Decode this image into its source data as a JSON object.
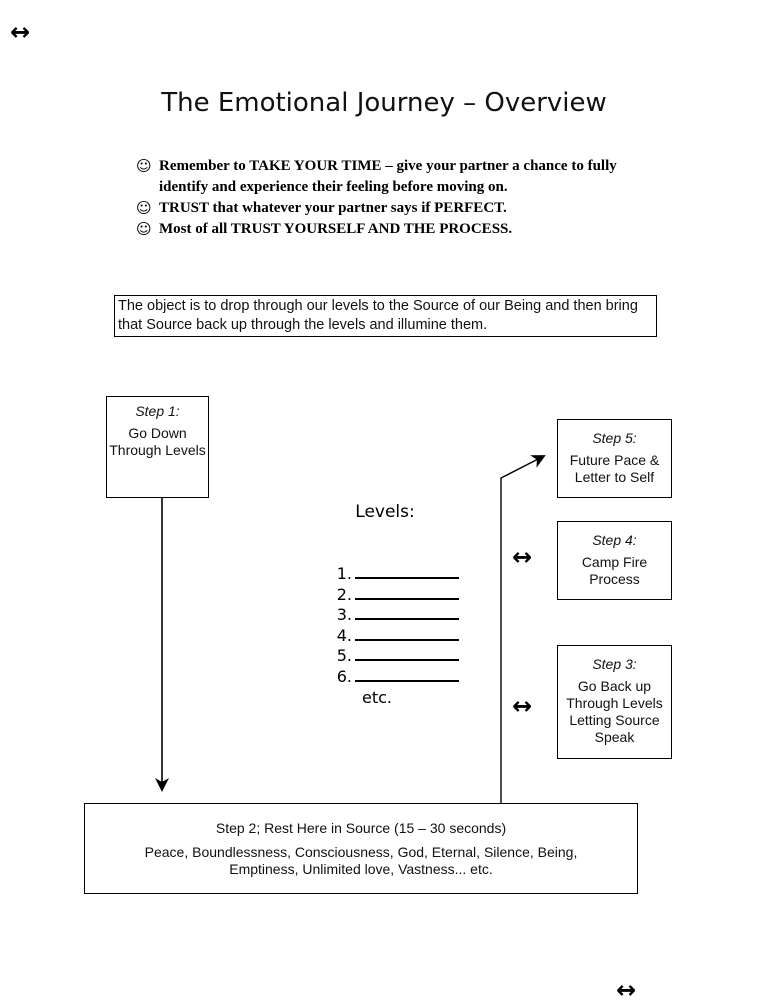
{
  "corner_glyph": "↔",
  "title": "The Emotional Journey – Overview",
  "bullet_symbol": "☺",
  "bullets": [
    "Remember to TAKE YOUR TIME – give your partner a chance to fully identify and experience their feeling before moving on.",
    "TRUST that whatever your partner says if PERFECT.",
    "Most of all TRUST YOURSELF AND THE PROCESS."
  ],
  "objective": "The object is to drop through our levels to the Source of our Being and then bring that Source back up through the levels and illumine them.",
  "steps": {
    "step1": {
      "label": "Step 1:",
      "text": "Go Down Through Levels"
    },
    "step2": {
      "title": "Step 2; Rest Here in Source (15 – 30 seconds)",
      "text": "Peace, Boundlessness, Consciousness, God, Eternal, Silence, Being, Emptiness, Unlimited love, Vastness... etc."
    },
    "step3": {
      "label": "Step 3:",
      "text": "Go Back up Through Levels Letting Source Speak"
    },
    "step4": {
      "label": "Step 4:",
      "text": "Camp Fire Process"
    },
    "step5": {
      "label": "Step 5:",
      "text": "Future Pace & Letter to Self"
    }
  },
  "levels": {
    "title": "Levels:",
    "items": [
      "1.",
      "2.",
      "3.",
      "4.",
      "5.",
      "6."
    ],
    "etc": "etc."
  },
  "side_glyph": "↔"
}
